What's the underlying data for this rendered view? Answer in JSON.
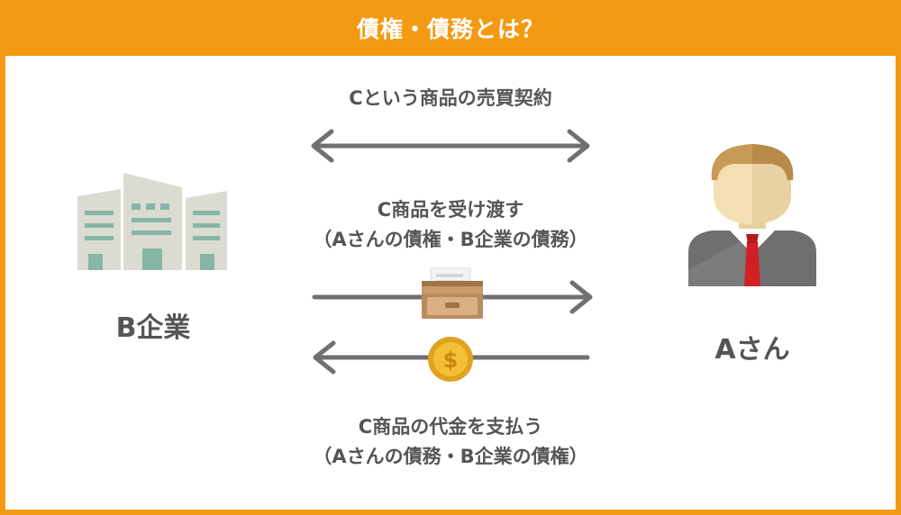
{
  "header": {
    "title": "債権・債務とは？"
  },
  "contract": {
    "label": "Cという商品の売買契約"
  },
  "delivery": {
    "line1": "C商品を受け渡す",
    "line2": "（Aさんの債権・B企業の債務）"
  },
  "payment": {
    "line1": "C商品の代金を支払う",
    "line2": "（Aさんの債務・B企業の債権）"
  },
  "parties": {
    "company": "B企業",
    "person": "Aさん"
  },
  "icons": {
    "company": "office-buildings-icon",
    "person": "businessman-icon",
    "goods": "inbox-tray-icon",
    "money": "dollar-coin-icon"
  },
  "colors": {
    "accent": "#f39a12",
    "text": "#555555",
    "arrow": "#707070"
  }
}
